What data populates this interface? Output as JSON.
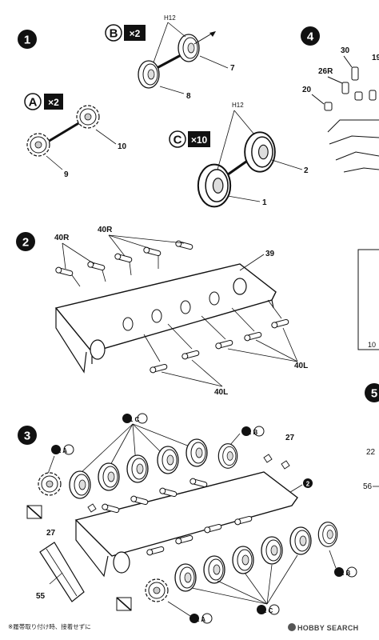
{
  "steps": {
    "s1": "1",
    "s2": "2",
    "s3": "3",
    "s4": "4",
    "s5": "5"
  },
  "subassemblies": {
    "a": {
      "letter": "A",
      "qty": "×2"
    },
    "b": {
      "letter": "B",
      "qty": "×2"
    },
    "c": {
      "letter": "C",
      "qty": "×10"
    }
  },
  "hmarks": {
    "h1": "H12",
    "h2": "H12"
  },
  "parts": {
    "p1": "1",
    "p2": "2",
    "p7": "7",
    "p8": "8",
    "p9": "9",
    "p10": "10",
    "p39": "39",
    "p40r_a": "40R",
    "p40r_b": "40R",
    "p40l_a": "40L",
    "p40l_b": "40L",
    "p27_a": "27",
    "p27_b": "27",
    "p55": "55",
    "p20": "20",
    "p26r": "26R",
    "p30": "30",
    "p19": "19",
    "p22": "22",
    "p56": "56",
    "p10_edge": "10"
  },
  "callouts": {
    "top_c": "1 C",
    "ta": "1 A",
    "tb": "1 B",
    "bot_c": "1 C",
    "ba": "1 A",
    "bb": "1 B",
    "ref2": "2"
  },
  "note": "※履帯取り付け時、接着せずに",
  "watermark": "HOBBY SEARCH"
}
